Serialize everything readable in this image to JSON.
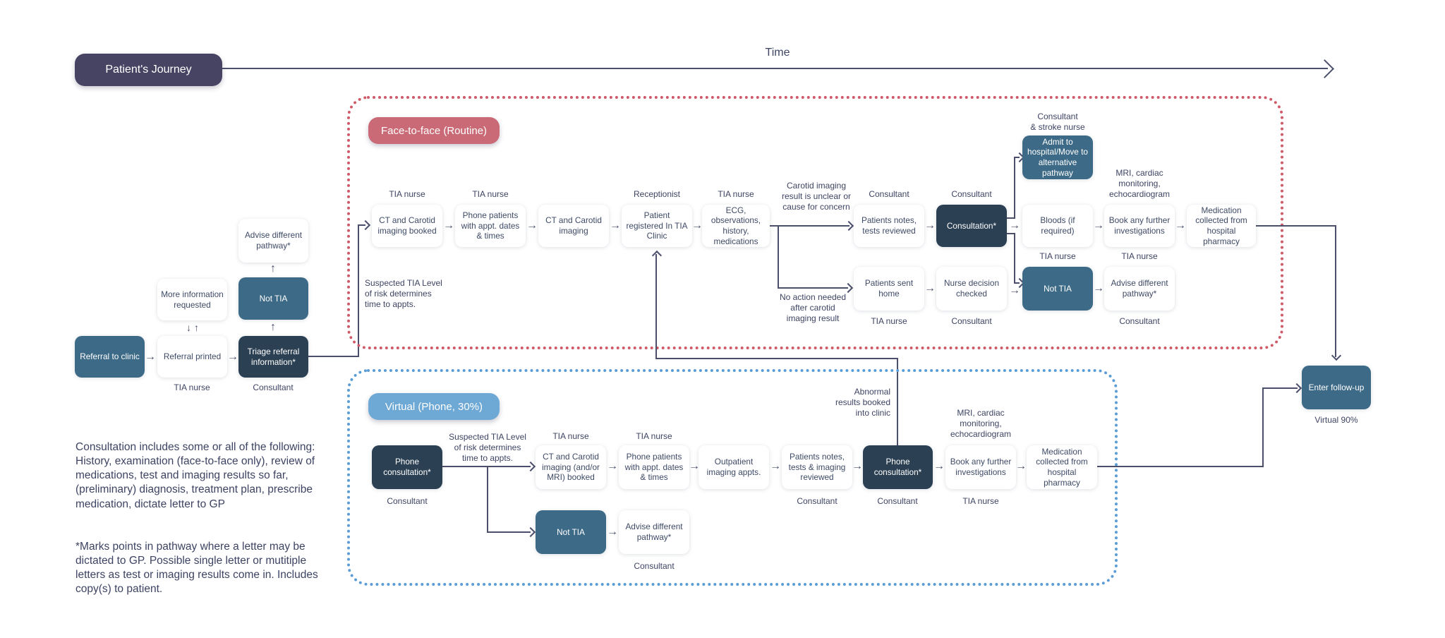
{
  "header": {
    "title": "Patient's Journey",
    "time_label": "Time"
  },
  "left_flow": {
    "referral_to_clinic": "Referral to clinic",
    "referral_printed": "Referral printed",
    "referral_printed_role": "TIA nurse",
    "triage": "Triage referral information*",
    "triage_role": "Consultant",
    "more_info": "More information requested",
    "not_tia": "Not TIA",
    "advise_pathway": "Advise different pathway*"
  },
  "f2f": {
    "title": "Face-to-face (Routine)",
    "entry_note": "Suspected TIA Level\nof risk determines\ntime to appts.",
    "ct_booked": "CT and Carotid imaging booked",
    "ct_booked_role": "TIA nurse",
    "phone_patients": "Phone patients with appt. dates & times",
    "phone_patients_role": "TIA nurse",
    "ct_imaging": "CT and Carotid imaging",
    "registered": "Patient registered In TIA Clinic",
    "registered_role": "Receptionist",
    "ecg": "ECG, observations, history, medications",
    "ecg_role": "TIA nurse",
    "unclear_note": "Carotid imaging\nresult is unclear or\ncause for concern",
    "notes_reviewed": "Patients notes, tests reviewed",
    "notes_reviewed_role": "Consultant",
    "consultation": "Consultation*",
    "consultation_role": "Consultant",
    "admit": "Admit to hospital/Move to alternative pathway",
    "admit_role": "Consultant\n& stroke nurse",
    "bloods": "Bloods (if required)",
    "bloods_role": "TIA nurse",
    "book_further": "Book any further investigations",
    "book_further_above": "MRI, cardiac\nmonitoring,\nechocardiogram",
    "book_further_role": "TIA nurse",
    "medication": "Medication collected from hospital pharmacy",
    "no_action_note": "No action needed\nafter carotid\nimaging result",
    "sent_home": "Patients sent home",
    "sent_home_role": "TIA nurse",
    "nurse_checked": "Nurse decision checked",
    "nurse_checked_role": "Consultant",
    "not_tia": "Not TIA",
    "advise_pathway": "Advise different pathway*",
    "advise_role": "Consultant"
  },
  "virtual": {
    "title": "Virtual (Phone, 30%)",
    "abnormal_note": "Abnormal\nresults booked\ninto clinic",
    "phone1": "Phone consultation*",
    "phone1_role": "Consultant",
    "risk_note": "Suspected TIA Level\nof risk determines\ntime to appts.",
    "ct_mri": "CT and Carotid imaging (and/or MRI) booked",
    "ct_mri_role": "TIA nurse",
    "phone_patients": "Phone patients with appt. dates & times",
    "phone_patients_role": "TIA nurse",
    "outpatient": "Outpatient imaging appts.",
    "notes_imaging": "Patients notes, tests & imaging reviewed",
    "notes_imaging_role": "Consultant",
    "phone2": "Phone consultation*",
    "phone2_role": "Consultant",
    "book_further": "Book any further investigations",
    "book_further_above": "MRI, cardiac\nmonitoring,\nechocardiogram",
    "book_further_role": "TIA nurse",
    "medication": "Medication collected from hospital pharmacy",
    "not_tia": "Not TIA",
    "advise_pathway": "Advise different pathway*",
    "advise_role": "Consultant"
  },
  "followup": {
    "label": "Enter follow-up",
    "sub": "Virtual 90%"
  },
  "notes": {
    "consultation": "Consultation includes some or all of the following: History, examination (face-to-face only), review of medications, test and imaging results so far, (preliminary) diagnosis, treatment plan, prescribe medication, dictate letter to GP",
    "asterisk": "*Marks points in pathway where a letter may be dictated to GP. Possible single letter or mutitiple letters as test or imaging results come in. Includes copy(s) to patient."
  },
  "colors": {
    "navy": "#2b4053",
    "steel": "#3d6a87",
    "purple": "#474463",
    "red_pill": "#c96a76",
    "blue_pill": "#6ea8d5",
    "red_dots": "#d05a68",
    "blue_dots": "#5b9cd6",
    "line": "#4b4f6c"
  }
}
